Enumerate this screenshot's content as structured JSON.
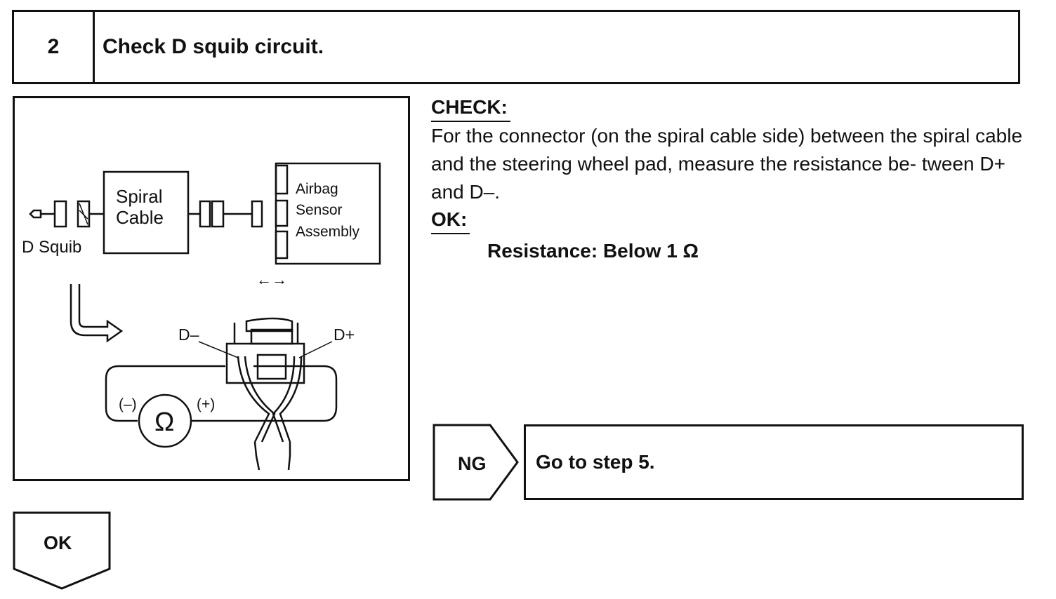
{
  "step": {
    "number": "2",
    "title": "Check D squib circuit."
  },
  "figure": {
    "spiral_cable_line1": "Spiral",
    "spiral_cable_line2": "Cable",
    "airbag_line1": "Airbag",
    "airbag_line2": "Sensor",
    "airbag_line3": "Assembly",
    "d_squib": "D Squib",
    "d_minus": "D–",
    "d_plus": "D+",
    "ohmmeter_symbol": "Ω",
    "meter_minus": "(–)",
    "meter_plus": "(+)",
    "disconnect_arrows": "←→"
  },
  "check": {
    "heading": "CHECK:",
    "text": "For the connector (on the spiral cable side) between the spiral cable and the steering wheel pad, measure the resistance be- tween D+ and D–.",
    "ok_heading": "OK:",
    "spec": "Resistance: Below 1 Ω"
  },
  "results": {
    "ok_label": "OK",
    "ng_label": "NG",
    "ng_action": "Go to step 5."
  }
}
